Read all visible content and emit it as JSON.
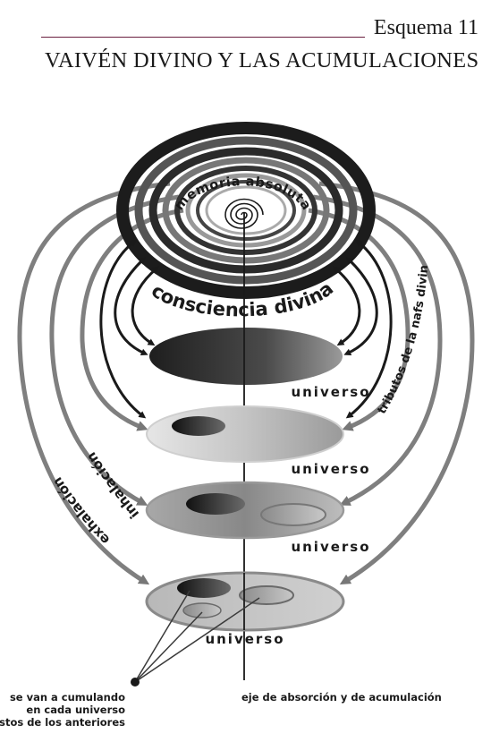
{
  "header": {
    "scheme_label": "Esquema 11",
    "title": "VAIVÉN DIVINO Y LAS ACUMULACIONES"
  },
  "diagram": {
    "top_label": "memoria absoluta",
    "band_label": "consciencia divina",
    "universe_label": "universo",
    "right_arc_label": "atributos de la nafs divina",
    "left_inner_label": "inhalación",
    "left_outer_label": "exhalación",
    "bottom_left_caption": [
      "se van a cumulando",
      "en cada universo",
      "restos de los anteriores"
    ],
    "bottom_right_caption": "eje de absorción y de acumulación"
  },
  "colors": {
    "rule": "#6b1f3f",
    "text": "#1a1a1a",
    "arrow_dark": "#1a1a1a",
    "arrow_gray": "#7a7a7a"
  }
}
